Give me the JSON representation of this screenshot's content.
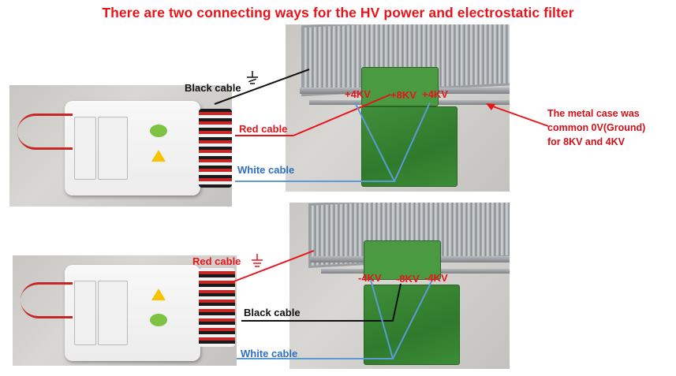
{
  "title": "There are two connecting ways for the HV power and electrostatic filter",
  "top": {
    "black_cable": "Black cable",
    "red_cable": "Red cable",
    "white_cable": "White cable",
    "v_left": "+4KV",
    "v_mid": "+8KV",
    "v_right": "+4KV",
    "note": [
      "The metal case was",
      "common 0V(Ground)",
      "for 8KV and 4KV"
    ]
  },
  "bottom": {
    "red_cable": "Red cable",
    "black_cable": "Black cable",
    "white_cable": "White cable",
    "v_left": "-4KV",
    "v_mid": "-8KV",
    "v_right": "-4KV"
  },
  "colors": {
    "title": "#e8141b",
    "red_line": "#e8141b",
    "blue_line": "#5b9bd5",
    "black_line": "#111111"
  },
  "icons": [
    "ground-symbol-icon",
    "warning-triangle-icon"
  ]
}
